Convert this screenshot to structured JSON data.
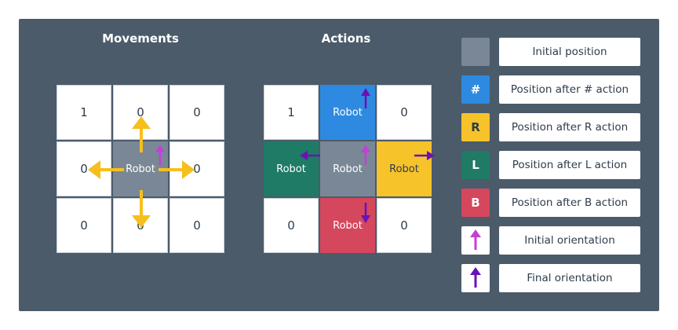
{
  "titles": {
    "movements": "Movements",
    "actions": "Actions"
  },
  "movements": {
    "cells": [
      "1",
      "0",
      "0",
      "0",
      "Robot",
      "0",
      "0",
      "0",
      "0"
    ],
    "robot_index": 4
  },
  "actions": {
    "cells": [
      "1",
      "Robot",
      "0",
      "Robot",
      "Robot",
      "Robot",
      "0",
      "Robot",
      "0"
    ],
    "robot_cells": [
      1,
      3,
      4,
      5,
      7
    ]
  },
  "colors": {
    "initial": "#7a8796",
    "hash": "#2e8ae0",
    "r": "#f6c32a",
    "l": "#1f7a66",
    "b": "#d5475d",
    "move_arrow": "#f6bf1e",
    "initial_orientation": "#c43fd6",
    "final_orientation": "#6a12b5"
  },
  "legend": [
    {
      "symbol": "",
      "label": "Initial position",
      "swatch": "initial"
    },
    {
      "symbol": "#",
      "label": "Position after # action",
      "swatch": "hash"
    },
    {
      "symbol": "R",
      "label": "Position after R action",
      "swatch": "r"
    },
    {
      "symbol": "L",
      "label": "Position after L action",
      "swatch": "l"
    },
    {
      "symbol": "B",
      "label": "Position after B action",
      "swatch": "b"
    },
    {
      "symbol": "",
      "label": "Initial orientation",
      "swatch": "initial-orientation-icon"
    },
    {
      "symbol": "",
      "label": "Final orientation",
      "swatch": "final-orientation-icon"
    }
  ]
}
